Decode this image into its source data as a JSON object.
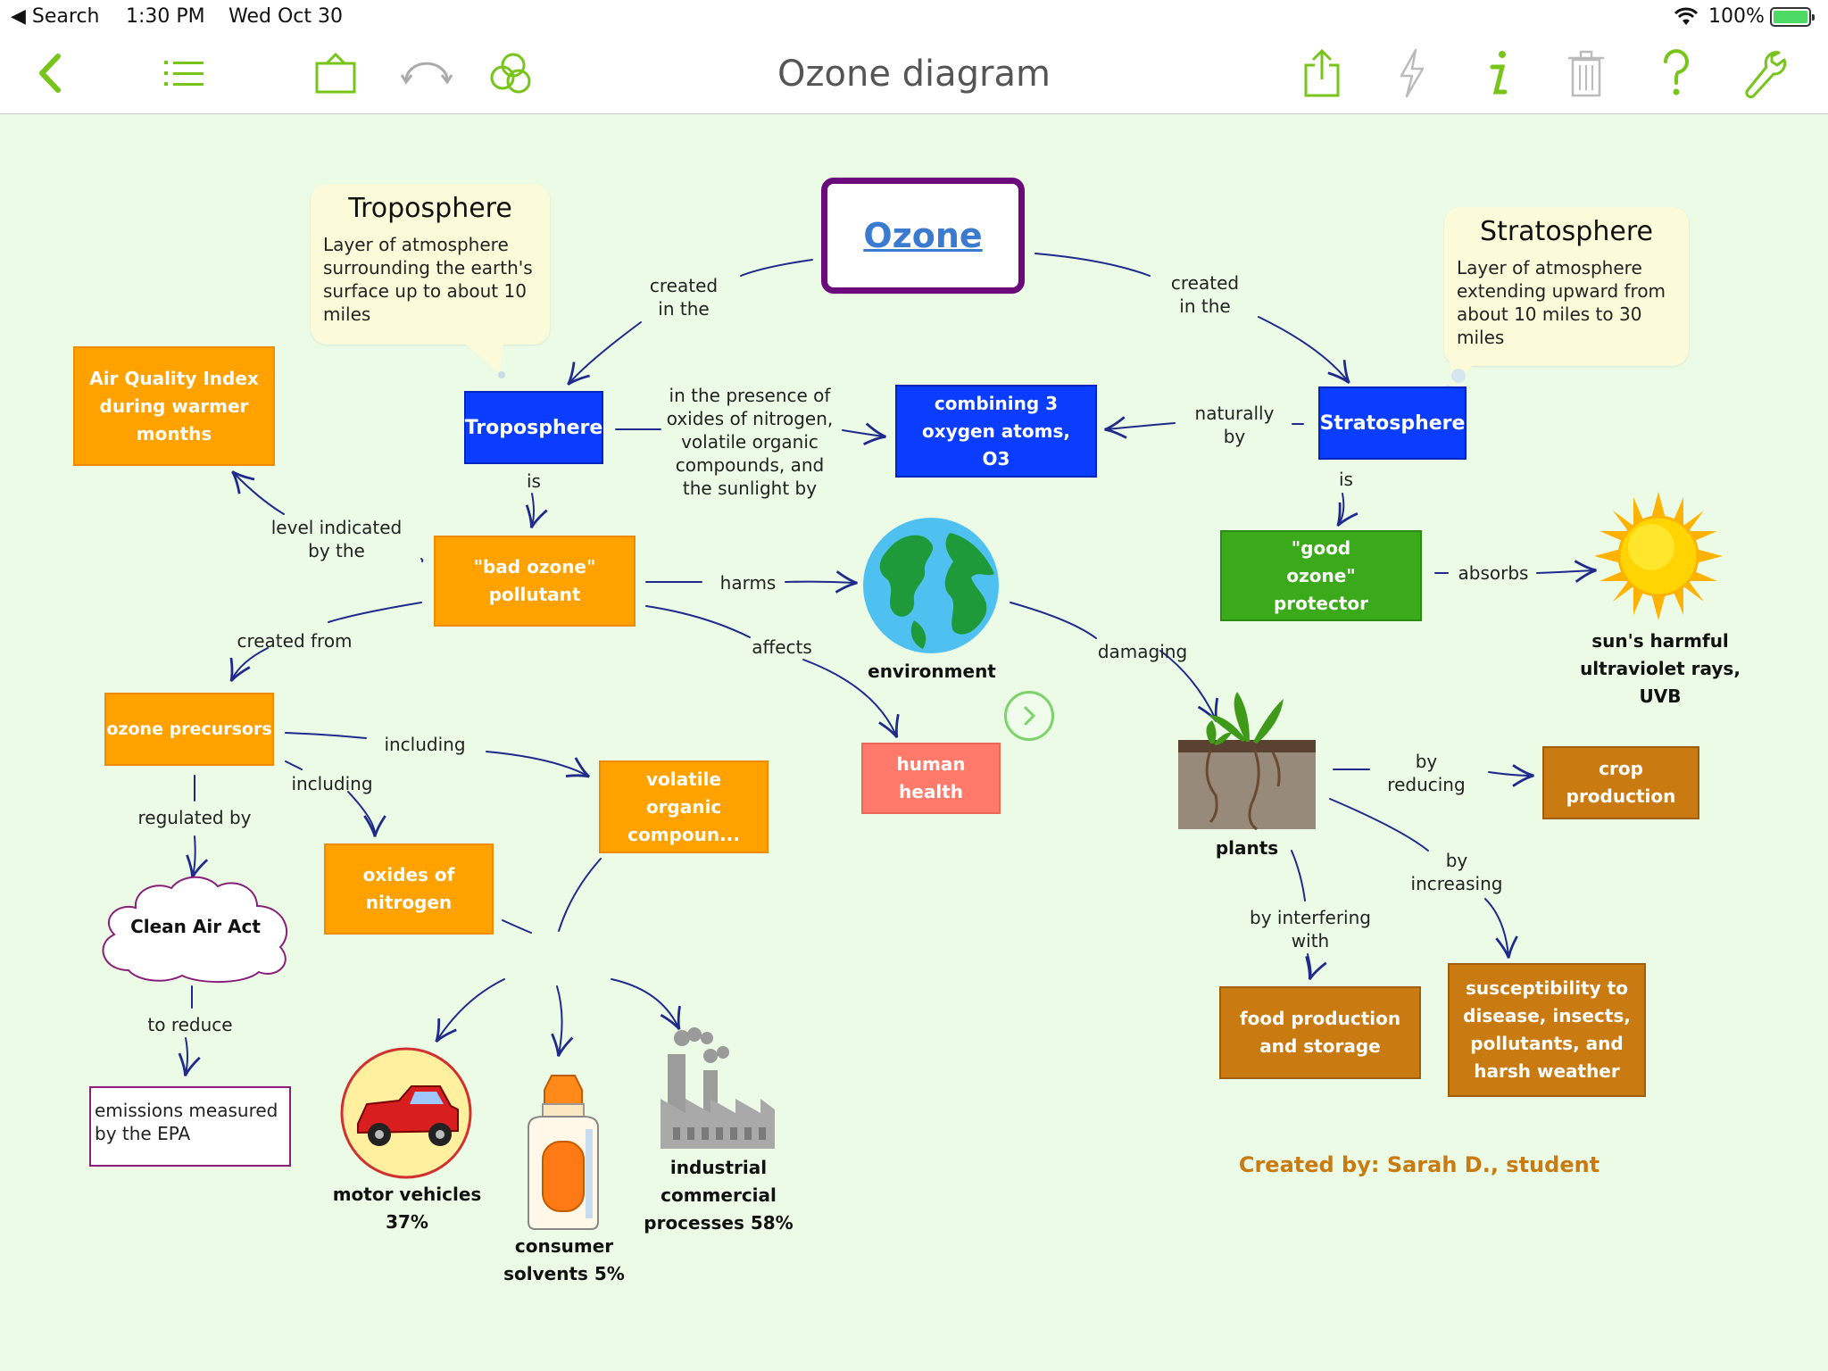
{
  "status_bar": {
    "back_app": "◀ Search",
    "time": "1:30 PM",
    "date": "Wed Oct 30",
    "battery": "100%"
  },
  "toolbar": {
    "title": "Ozone diagram",
    "icons": [
      "back-icon",
      "outline-icon",
      "frame-icon",
      "undo-redo-icon",
      "style-icon",
      "share-icon",
      "lightning-icon",
      "info-icon",
      "trash-icon",
      "help-icon",
      "wrench-icon"
    ],
    "accent_color": "#77c41a"
  },
  "diagram": {
    "root": "Ozone",
    "nodes": {
      "troposphere": "Troposphere",
      "stratosphere": "Stratosphere",
      "combining": "combining 3 oxygen atoms, O3",
      "aqi": "Air Quality Index during warmer months",
      "bad_ozone": "\"bad ozone\" pollutant",
      "good_ozone": "\"good ozone\" protector",
      "precursors": "ozone precursors",
      "voc": "volatile organic compoun...",
      "nox": "oxides of nitrogen",
      "human_health": "human health",
      "crop": "crop production",
      "food": "food production and storage",
      "susceptibility": "susceptibility to disease, insects, pollutants, and harsh weather",
      "clean_air": "Clean Air Act",
      "epa": "emissions measured by the EPA"
    },
    "image_captions": {
      "environment": "environment",
      "sun": "sun's harmful ultraviolet rays, UVB",
      "plants": "plants",
      "motor": "motor vehicles 37%",
      "solvents": "consumer solvents 5%",
      "industrial": "industrial commercial processes 58%"
    },
    "links": {
      "created_in_left": "created in the",
      "created_in_right": "created in the",
      "presence": "in the presence of oxides of nitrogen, volatile organic compounds, and the sunlight by",
      "naturally_by": "naturally by",
      "is_left": "is",
      "is_right": "is",
      "level_indicated": "level indicated by the",
      "harms": "harms",
      "affects": "affects",
      "damaging": "damaging",
      "absorbs": "absorbs",
      "created_from": "created from",
      "including_1": "including",
      "including_2": "including",
      "regulated_by": "regulated by",
      "to_reduce": "to reduce",
      "by_reducing": "by reducing",
      "by_interfering": "by interfering with",
      "by_increasing": "by increasing"
    },
    "notes": {
      "troposphere_title": "Troposphere",
      "troposphere_text": "Layer of atmosphere surrounding the earth's surface up to about 10 miles",
      "stratosphere_title": "Stratosphere",
      "stratosphere_text": "Layer of atmosphere extending upward from about 10 miles to 30 miles"
    },
    "credit": "Created by: Sarah D., student",
    "colors": {
      "orange": "#ffa200",
      "blue": "#0a3dff",
      "green": "#3aaa1a",
      "brown": "#c97a10",
      "salmon": "#ff7a6a",
      "purple": "#6b0a7a",
      "link": "#1f2a8c",
      "background": "#ebfbe6"
    }
  }
}
